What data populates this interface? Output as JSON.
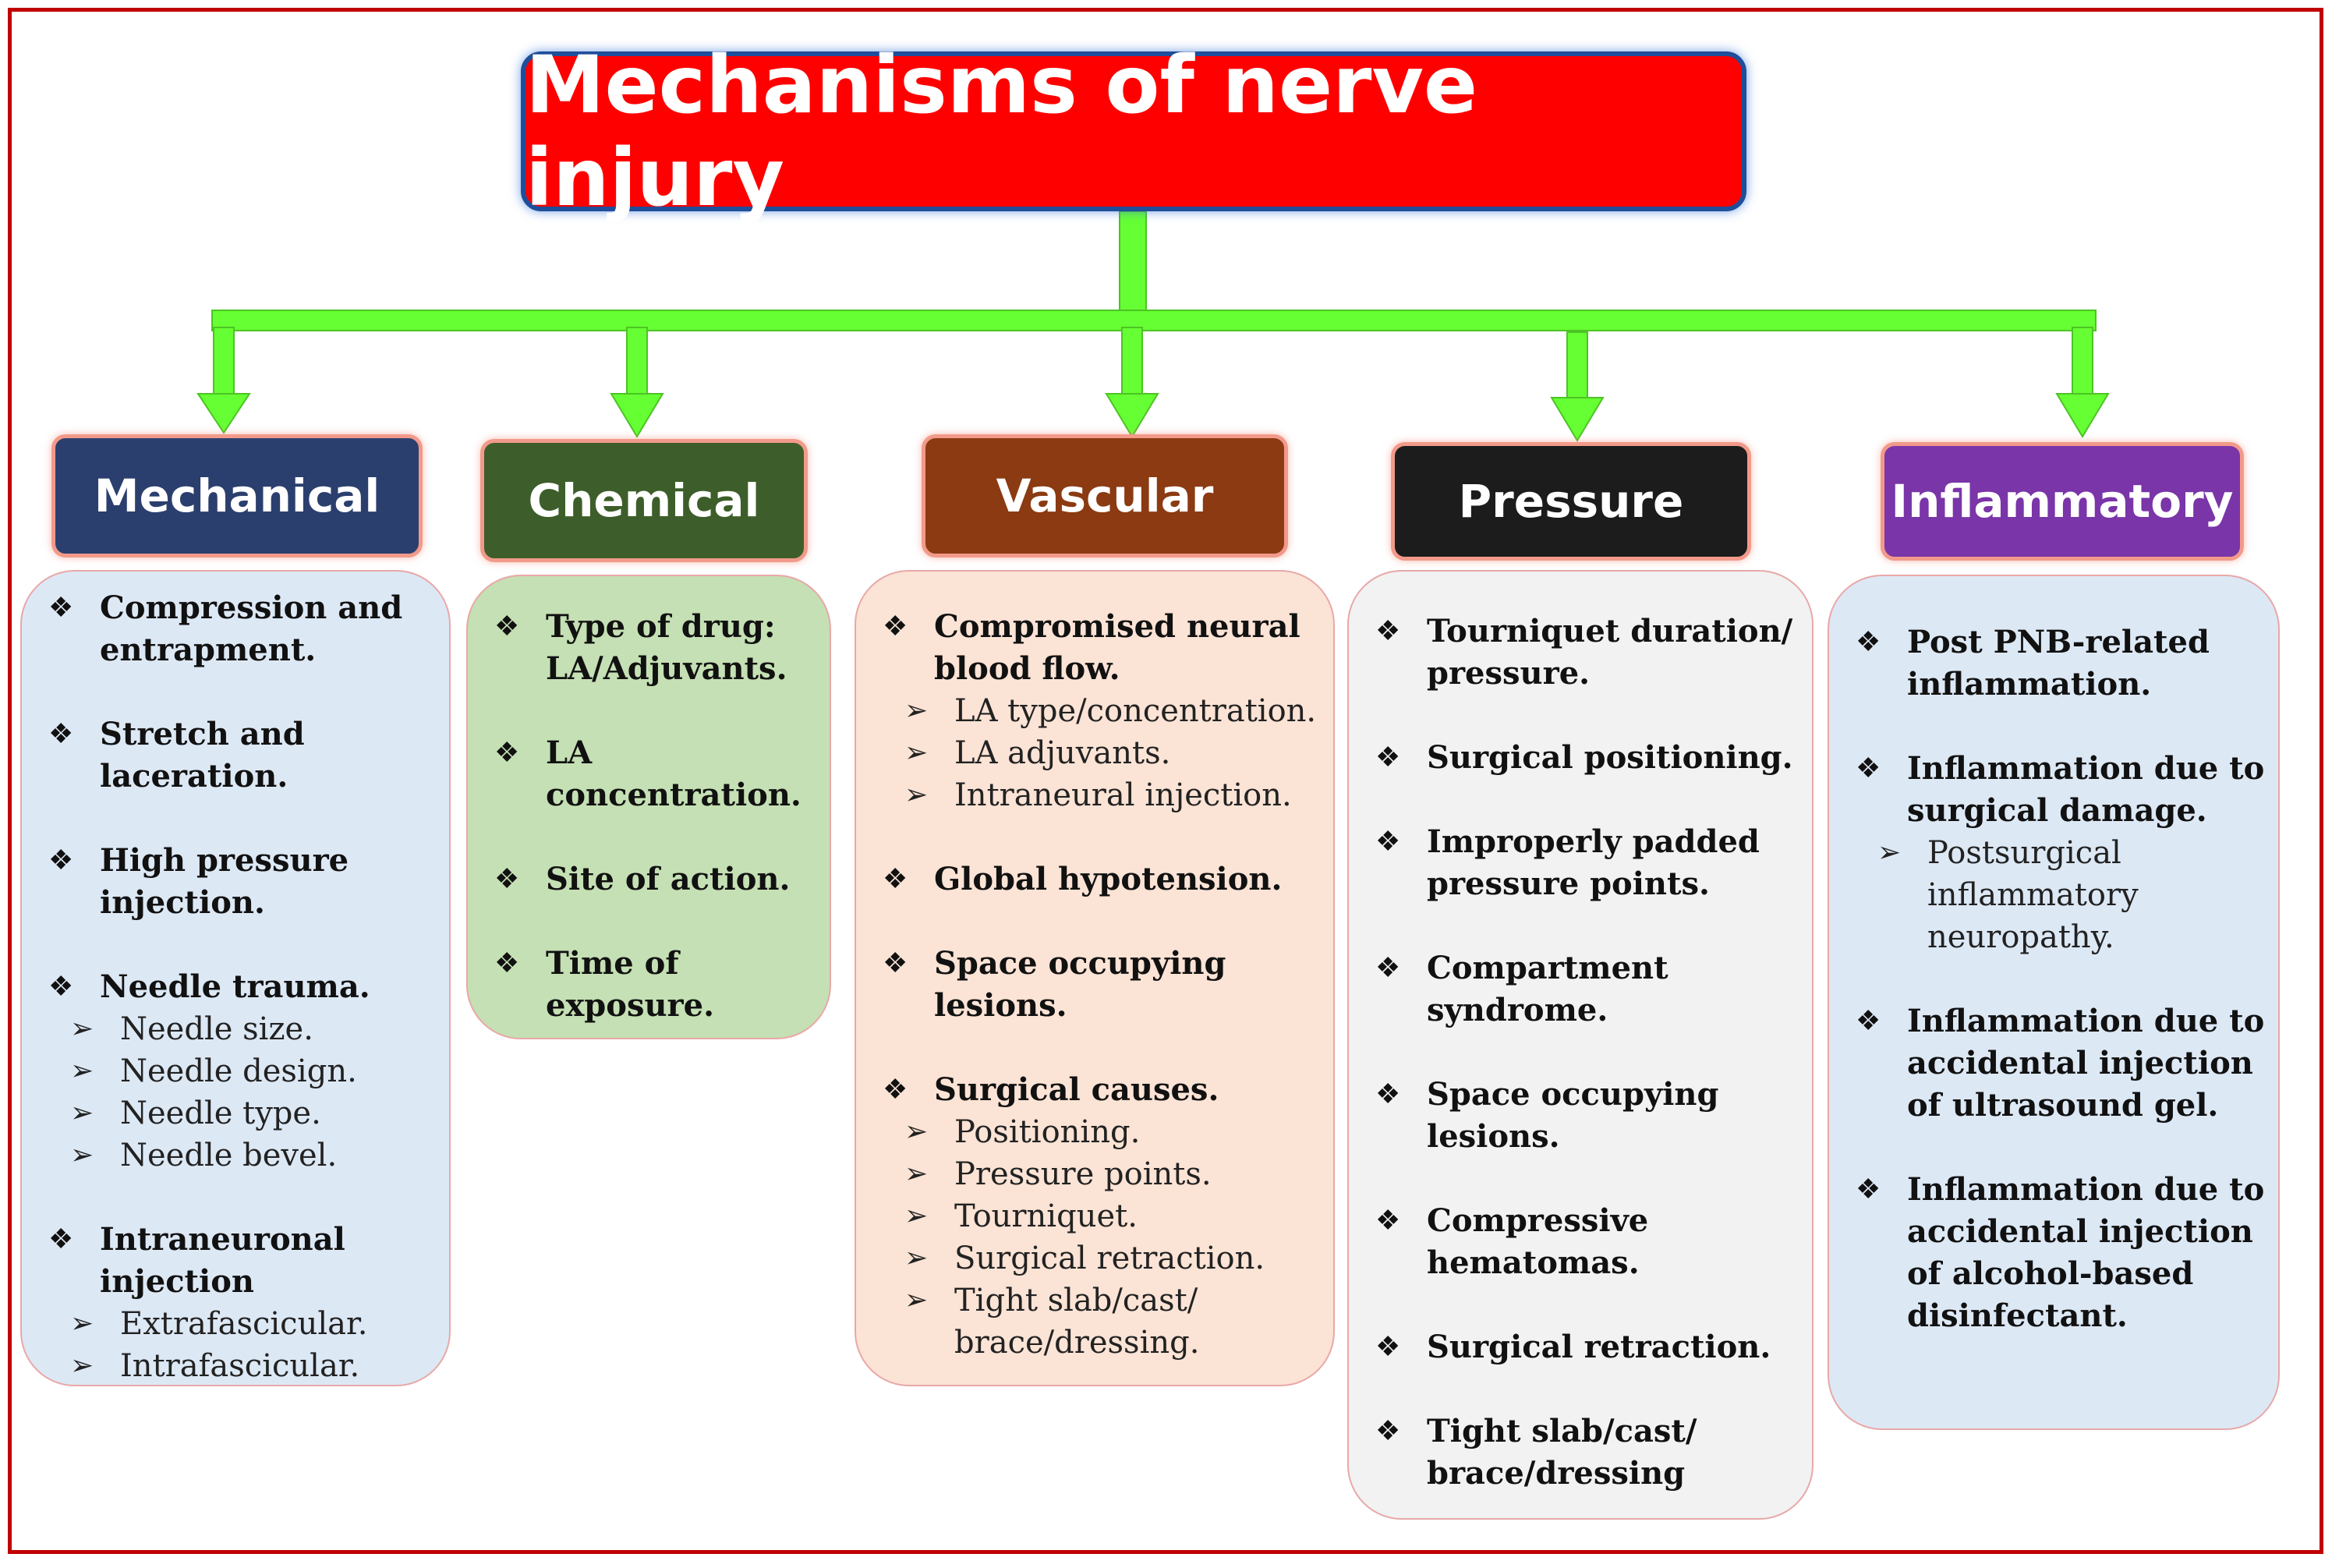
{
  "title": "Mechanisms of nerve injury",
  "colors": {
    "title_fill": "#ff0000",
    "connector": "#66ff33",
    "frame": "#c00000"
  },
  "categories": [
    {
      "label": "Mechanical",
      "header_color": "#2b3f6e",
      "panel_color": "#dde8f5",
      "items": [
        {
          "text": "Compression and entrapment.",
          "subs": []
        },
        {
          "text": "Stretch and laceration.",
          "subs": []
        },
        {
          "text": "High pressure injection.",
          "subs": []
        },
        {
          "text": "Needle trauma.",
          "subs": [
            "Needle size.",
            "Needle design.",
            "Needle type.",
            "Needle bevel."
          ]
        },
        {
          "text": "Intraneuronal injection",
          "subs": [
            "Extrafascicular.",
            "Intrafascicular."
          ]
        }
      ]
    },
    {
      "label": "Chemical",
      "header_color": "#3d5e2a",
      "panel_color": "#c5e0b4",
      "items": [
        {
          "text": "Type of drug: LA/Adjuvants.",
          "subs": []
        },
        {
          "text": "LA concentration.",
          "subs": []
        },
        {
          "text": "Site of action.",
          "subs": []
        },
        {
          "text": "Time of exposure.",
          "subs": []
        }
      ]
    },
    {
      "label": "Vascular",
      "header_color": "#8b3a12",
      "panel_color": "#fbe3d5",
      "items": [
        {
          "text": "Compromised neural blood flow.",
          "subs": [
            "LA type/concentration.",
            "LA adjuvants.",
            "Intraneural injection."
          ]
        },
        {
          "text": "Global hypotension.",
          "subs": []
        },
        {
          "text": "Space occupying lesions.",
          "subs": []
        },
        {
          "text": "Surgical causes.",
          "subs": [
            "Positioning.",
            "Pressure points.",
            "Tourniquet.",
            "Surgical retraction.",
            "Tight slab/cast/ brace/dressing."
          ]
        }
      ]
    },
    {
      "label": "Pressure",
      "header_color": "#1c1c1c",
      "panel_color": "#f2f2f2",
      "items": [
        {
          "text": "Tourniquet duration/ pressure.",
          "subs": []
        },
        {
          "text": "Surgical positioning.",
          "subs": []
        },
        {
          "text": "Improperly padded pressure points.",
          "subs": []
        },
        {
          "text": "Compartment syndrome.",
          "subs": []
        },
        {
          "text": "Space occupying lesions.",
          "subs": []
        },
        {
          "text": "Compressive hematomas.",
          "subs": []
        },
        {
          "text": "Surgical retraction.",
          "subs": []
        },
        {
          "text": "Tight slab/cast/ brace/dressing",
          "subs": []
        }
      ]
    },
    {
      "label": "Inflammatory",
      "header_color": "#7a35a8",
      "panel_color": "#dde8f5",
      "items": [
        {
          "text": "Post PNB-related inflammation.",
          "subs": []
        },
        {
          "text": "Inflammation due to surgical damage.",
          "subs": [
            "Postsurgical inflammatory neuropathy."
          ]
        },
        {
          "text": "Inflammation due to accidental injection of ultrasound gel.",
          "subs": []
        },
        {
          "text": "Inflammation due to accidental injection of alcohol-based disinfectant.",
          "subs": []
        }
      ]
    }
  ]
}
